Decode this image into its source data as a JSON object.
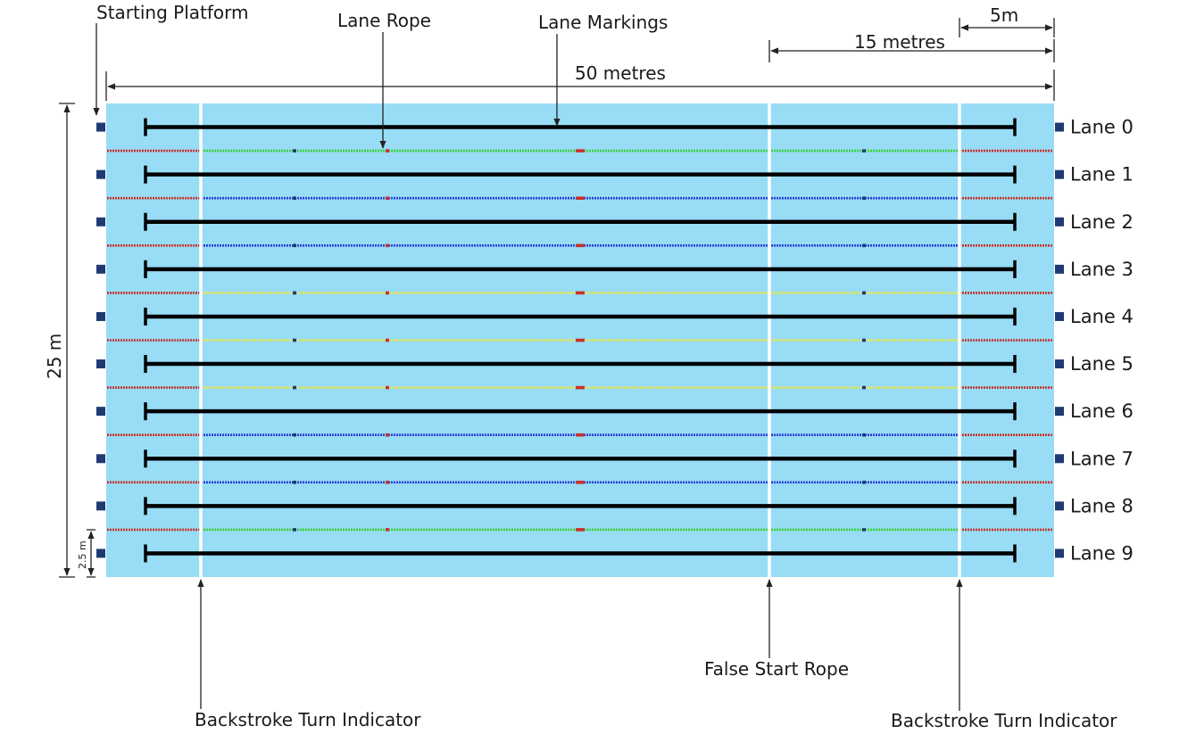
{
  "labels": {
    "starting_platform": "Starting Platform",
    "lane_rope": "Lane Rope",
    "lane_markings": "Lane Markings",
    "five_m": "5m",
    "fifteen_metres": "15 metres",
    "fifty_metres": "50 metres",
    "twenty_five_m": "25 m",
    "two_point_five_m": "2.5 m",
    "false_start_rope": "False Start Rope",
    "backstroke_left": "Backstroke Turn Indicator",
    "backstroke_right": "Backstroke Turn Indicator"
  },
  "lanes": [
    "Lane 0",
    "Lane 1",
    "Lane 2",
    "Lane 3",
    "Lane 4",
    "Lane 5",
    "Lane 6",
    "Lane 7",
    "Lane 8",
    "Lane 9"
  ],
  "rope_colors": [
    "green",
    "blue",
    "blue",
    "yellow",
    "yellow",
    "yellow",
    "blue",
    "blue",
    "green"
  ],
  "colors": {
    "water": "#98dcf5",
    "lane_line": "#000000",
    "platform": "#1f3a73",
    "rope_end": "#c8322c",
    "green": "#3ed23a",
    "blue": "#2a3fd6",
    "yellow": "#e8e64a"
  }
}
